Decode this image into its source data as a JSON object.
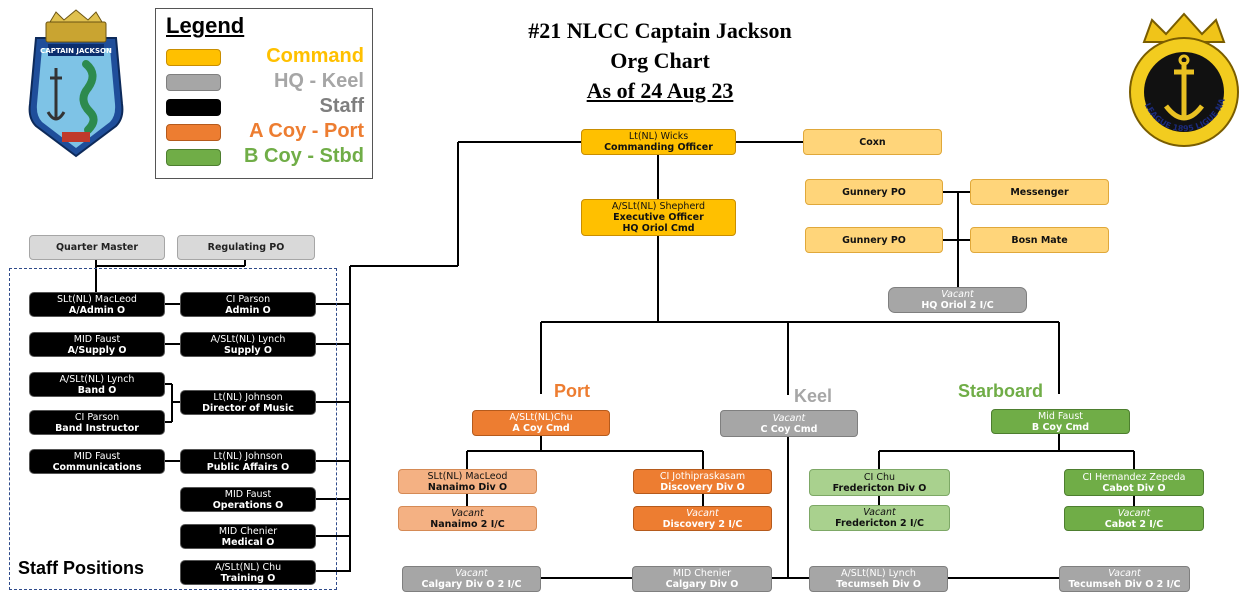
{
  "title": {
    "line1": "#21 NLCC Captain Jackson",
    "line2": "Org Chart",
    "line3": "As of 24 Aug 23"
  },
  "legend": {
    "heading": "Legend",
    "items": [
      {
        "label": "Command",
        "color": "#FFC000"
      },
      {
        "label": "HQ - Keel",
        "color": "#A6A6A6"
      },
      {
        "label": "Staff",
        "color": "#000000"
      },
      {
        "label": "A Coy - Port",
        "color": "#ED7D31"
      },
      {
        "label": "B Coy - Stbd",
        "color": "#70AD47"
      }
    ]
  },
  "crests": {
    "left_banner": "CAPTAIN JACKSON",
    "right_ring": "NAVY LEAGUE 1895 LIGUE NAVALE"
  },
  "sections": {
    "port": "Port",
    "keel": "Keel",
    "starboard": "Starboard",
    "staff_positions": "Staff Positions"
  },
  "command": {
    "co": {
      "name": "Lt(NL) Wicks",
      "role": "Commanding Officer"
    },
    "coxn": "Coxn",
    "xo": {
      "name": "A/SLt(NL) Shepherd",
      "role1": "Executive Officer",
      "role2": "HQ Oriol Cmd"
    },
    "gunnery1": "Gunnery PO",
    "gunnery2": "Gunnery PO",
    "messenger": "Messenger",
    "bosn": "Bosn Mate"
  },
  "hq": {
    "oriol2ic": {
      "name": "Vacant",
      "role": "HQ Oriol 2 I/C"
    },
    "keel_cmd": {
      "name": "Vacant",
      "role": "C Coy Cmd"
    },
    "calgary2ic": {
      "name": "Vacant",
      "role": "Calgary Div O 2 I/C"
    },
    "calgary": {
      "name": "MID Chenier",
      "role": "Calgary Div O"
    },
    "tecumseh": {
      "name": "A/SLt(NL) Lynch",
      "role": "Tecumseh Div O"
    },
    "tecumseh2ic": {
      "name": "Vacant",
      "role": "Tecumseh Div O 2 I/C"
    },
    "quarter_master": "Quarter Master",
    "regulating_po": "Regulating PO"
  },
  "port": {
    "cmd": {
      "name": "A/SLt(NL)Chu",
      "role": "A Coy Cmd"
    },
    "nanaimo": {
      "name": "SLt(NL) MacLeod",
      "role": "Nanaimo Div O"
    },
    "nanaimo2ic": {
      "name": "Vacant",
      "role": "Nanaimo 2 I/C"
    },
    "discovery": {
      "name": "CI Jothipraskasam",
      "role": "Discovery Div O"
    },
    "discovery2ic": {
      "name": "Vacant",
      "role": "Discovery 2 I/C"
    }
  },
  "starboard": {
    "cmd": {
      "name": "Mid Faust",
      "role": "B Coy Cmd"
    },
    "fredericton": {
      "name": "CI Chu",
      "role": "Fredericton Div O"
    },
    "fredericton2ic": {
      "name": "Vacant",
      "role": "Fredericton 2 I/C"
    },
    "cabot": {
      "name": "CI Hernandez Zepeda",
      "role": "Cabot Div O"
    },
    "cabot2ic": {
      "name": "Vacant",
      "role": "Cabot 2 I/C"
    }
  },
  "staff": {
    "admin_a": {
      "name": "SLt(NL) MacLeod",
      "role": "A/Admin O"
    },
    "admin": {
      "name": "CI Parson",
      "role": "Admin O"
    },
    "supply_a": {
      "name": "MID Faust",
      "role": "A/Supply O"
    },
    "supply": {
      "name": "A/SLt(NL) Lynch",
      "role": "Supply O"
    },
    "band": {
      "name": "A/SLt(NL) Lynch",
      "role": "Band O"
    },
    "band_instr": {
      "name": "CI Parson",
      "role": "Band Instructor"
    },
    "music": {
      "name": "Lt(NL) Johnson",
      "role": "Director of Music"
    },
    "comms": {
      "name": "MID Faust",
      "role": "Communications"
    },
    "public_affairs": {
      "name": "Lt(NL) Johnson",
      "role": "Public Affairs O"
    },
    "ops": {
      "name": "MID Faust",
      "role": "Operations O"
    },
    "medical": {
      "name": "MID Chenier",
      "role": "Medical O"
    },
    "training": {
      "name": "A/SLt(NL) Chu",
      "role": "Training O"
    }
  }
}
